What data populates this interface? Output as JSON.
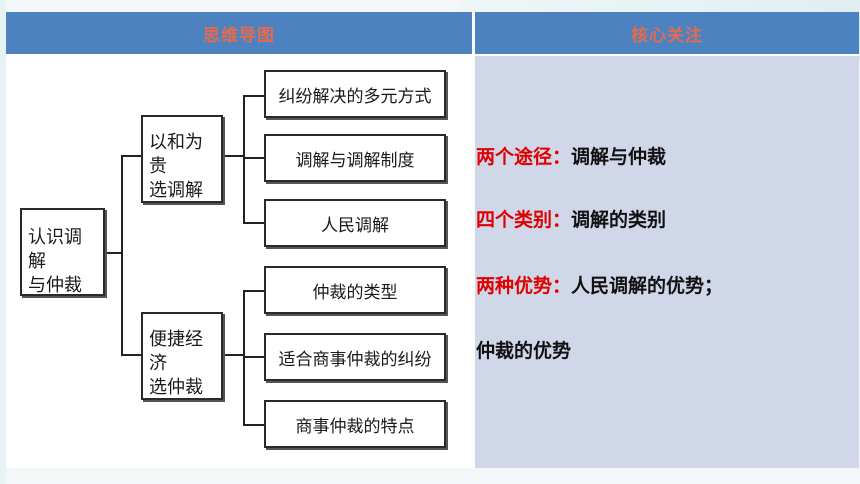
{
  "headers": {
    "left": "思维导图",
    "right": "核心关注"
  },
  "mindmap": {
    "root": {
      "line1": "认识调解",
      "line2": "与仲裁"
    },
    "branch1": {
      "line1": "以和为贵",
      "line2": "选调解",
      "leaves": [
        "纠纷解决的多元方式",
        "调解与调解制度",
        "人民调解"
      ]
    },
    "branch2": {
      "line1": "便捷经济",
      "line2": "选仲裁",
      "leaves": [
        "仲裁的类型",
        "适合商事仲裁的纠纷",
        "商事仲裁的特点"
      ]
    }
  },
  "focus": [
    {
      "label": "两个途径：",
      "text": "调解与仲裁"
    },
    {
      "label": "四个类别：",
      "text": "调解的类别"
    },
    {
      "label": "两种优势：",
      "text": "人民调解的优势；"
    },
    {
      "label": "",
      "text": "仲裁的优势"
    }
  ],
  "colors": {
    "header_bg": "#4d82c1",
    "header_text": "#e46b4f",
    "focus_label": "#e00000",
    "right_cell_bg": "#d0d7e8"
  }
}
